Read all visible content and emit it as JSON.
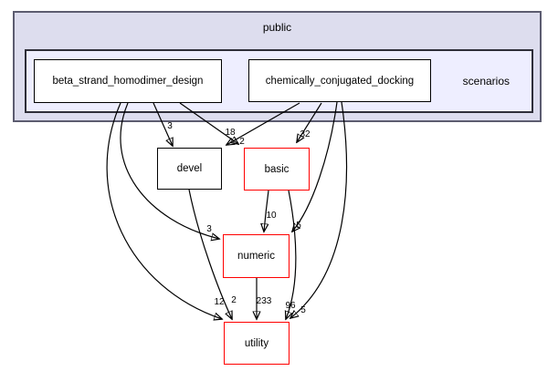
{
  "diagram": {
    "type": "directory-dependency-graph",
    "clusters": {
      "outer": {
        "label": "public"
      },
      "inner": {
        "label": "scenarios"
      }
    },
    "nodes": [
      {
        "id": "beta_strand_homodimer_design",
        "label": "beta_strand_homodimer_design",
        "border_color": "#000000"
      },
      {
        "id": "chemically_conjugated_docking",
        "label": "chemically_conjugated_docking",
        "border_color": "#000000"
      },
      {
        "id": "devel",
        "label": "devel",
        "border_color": "#000000"
      },
      {
        "id": "basic",
        "label": "basic",
        "border_color": "#ff0000"
      },
      {
        "id": "numeric",
        "label": "numeric",
        "border_color": "#ff0000"
      },
      {
        "id": "utility",
        "label": "utility",
        "border_color": "#ff0000"
      }
    ],
    "edges": [
      {
        "from": "beta_strand_homodimer_design",
        "to": "devel",
        "count": "3"
      },
      {
        "from": "beta_strand_homodimer_design",
        "to": "basic",
        "count": "18"
      },
      {
        "from": "chemically_conjugated_docking",
        "to": "devel",
        "count": "2"
      },
      {
        "from": "chemically_conjugated_docking",
        "to": "basic",
        "count": "32"
      },
      {
        "from": "beta_strand_homodimer_design",
        "to": "numeric",
        "count": "3"
      },
      {
        "from": "beta_strand_homodimer_design",
        "to": "utility",
        "count": "12"
      },
      {
        "from": "devel",
        "to": "utility",
        "count": "2"
      },
      {
        "from": "basic",
        "to": "numeric",
        "count": "10"
      },
      {
        "from": "chemically_conjugated_docking",
        "to": "numeric",
        "count": "5"
      },
      {
        "from": "basic",
        "to": "utility",
        "count": "96"
      },
      {
        "from": "chemically_conjugated_docking",
        "to": "utility",
        "count": "5"
      },
      {
        "from": "numeric",
        "to": "utility",
        "count": "233"
      }
    ],
    "colors": {
      "cluster_outer_fill": "#ddddee",
      "cluster_inner_fill": "#eeeeff",
      "node_fill": "#ffffff",
      "edge": "#000000",
      "truncated_node_border": "#ff0000",
      "normal_node_border": "#000000"
    }
  }
}
